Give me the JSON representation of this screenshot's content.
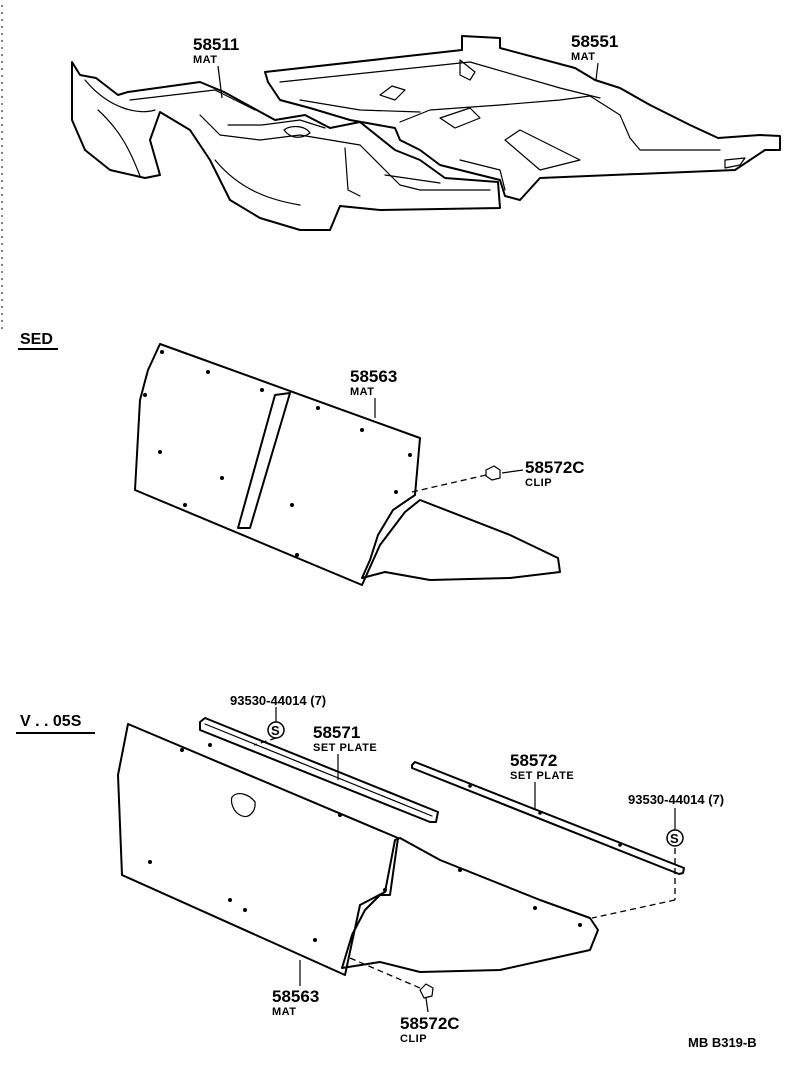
{
  "sections": {
    "sedan": "SED",
    "van": "V . . 05S"
  },
  "parts": {
    "front_mat": {
      "number": "58511",
      "name": "MAT"
    },
    "rear_mat": {
      "number": "58551",
      "name": "MAT"
    },
    "sed_mat": {
      "number": "58563",
      "name": "MAT"
    },
    "sed_clip": {
      "number": "58572C",
      "name": "CLIP"
    },
    "van_screw_left": {
      "number": "93530-44014 (7)",
      "symbol": "S"
    },
    "van_set_plate_left": {
      "number": "58571",
      "name": "SET PLATE"
    },
    "van_set_plate_right": {
      "number": "58572",
      "name": "SET PLATE"
    },
    "van_screw_right": {
      "number": "93530-44014 (7)",
      "symbol": "S"
    },
    "van_mat": {
      "number": "58563",
      "name": "MAT"
    },
    "van_clip": {
      "number": "58572C",
      "name": "CLIP"
    }
  },
  "reference": "MB  B319-B"
}
